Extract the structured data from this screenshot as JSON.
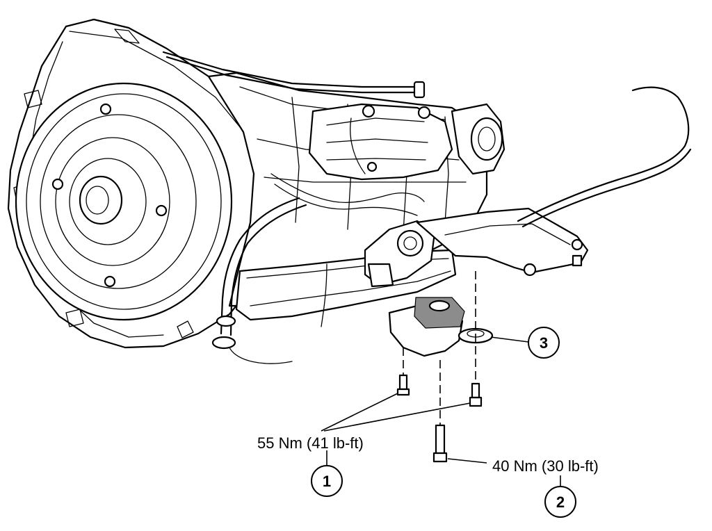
{
  "callouts": [
    {
      "id": "1",
      "label": "1"
    },
    {
      "id": "2",
      "label": "2"
    },
    {
      "id": "3",
      "label": "3"
    }
  ],
  "torque_specs": {
    "spec_1": "55 Nm (41 lb-ft)",
    "spec_2": "40 Nm (30 lb-ft)"
  }
}
